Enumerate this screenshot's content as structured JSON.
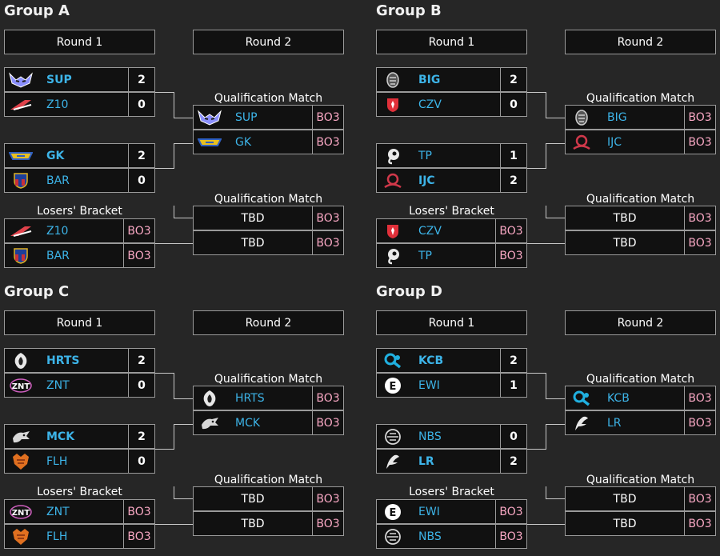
{
  "groups": [
    {
      "title": "Group A",
      "round1_label": "Round 1",
      "round2_label": "Round 2",
      "match1": [
        {
          "team": "SUP",
          "score": "2",
          "winner": true,
          "logo": "sup-logo-icon",
          "color": "#8a8fff"
        },
        {
          "team": "Z10",
          "score": "0",
          "winner": false,
          "logo": "z10-logo-icon",
          "color": "#e0424b"
        }
      ],
      "match2": [
        {
          "team": "GK",
          "score": "2",
          "winner": true,
          "logo": "gk-logo-icon",
          "color": "#e8c020"
        },
        {
          "team": "BAR",
          "score": "0",
          "winner": false,
          "logo": "bar-logo-icon",
          "color": "#c8303a"
        }
      ],
      "losers_label": "Losers' Bracket",
      "losers": [
        {
          "team": "Z10",
          "format": "BO3",
          "logo": "z10-logo-icon",
          "color": "#e0424b"
        },
        {
          "team": "BAR",
          "format": "BO3",
          "logo": "bar-logo-icon",
          "color": "#c8303a"
        }
      ],
      "qual1_label": "Qualification Match",
      "qual1": [
        {
          "team": "SUP",
          "format": "BO3",
          "logo": "sup-logo-icon",
          "color": "#8a8fff"
        },
        {
          "team": "GK",
          "format": "BO3",
          "logo": "gk-logo-icon",
          "color": "#e8c020"
        }
      ],
      "qual2_label": "Qualification Match",
      "qual2": [
        {
          "team": "TBD",
          "format": "BO3"
        },
        {
          "team": "TBD",
          "format": "BO3"
        }
      ]
    },
    {
      "title": "Group B",
      "round1_label": "Round 1",
      "round2_label": "Round 2",
      "match1": [
        {
          "team": "BIG",
          "score": "2",
          "winner": true,
          "logo": "big-logo-icon",
          "color": "#cfcfcf"
        },
        {
          "team": "CZV",
          "score": "0",
          "winner": false,
          "logo": "czv-logo-icon",
          "color": "#e0303a"
        }
      ],
      "match2": [
        {
          "team": "TP",
          "score": "1",
          "winner": false,
          "logo": "tp-logo-icon",
          "color": "#e8e8e8"
        },
        {
          "team": "IJC",
          "score": "2",
          "winner": true,
          "logo": "ijc-logo-icon",
          "color": "#d0384a"
        }
      ],
      "losers_label": "Losers' Bracket",
      "losers": [
        {
          "team": "CZV",
          "format": "BO3",
          "logo": "czv-logo-icon",
          "color": "#e0303a"
        },
        {
          "team": "TP",
          "format": "BO3",
          "logo": "tp-logo-icon",
          "color": "#e8e8e8"
        }
      ],
      "qual1_label": "Qualification Match",
      "qual1": [
        {
          "team": "BIG",
          "format": "BO3",
          "logo": "big-logo-icon",
          "color": "#cfcfcf"
        },
        {
          "team": "IJC",
          "format": "BO3",
          "logo": "ijc-logo-icon",
          "color": "#d0384a"
        }
      ],
      "qual2_label": "Qualification Match",
      "qual2": [
        {
          "team": "TBD",
          "format": "BO3"
        },
        {
          "team": "TBD",
          "format": "BO3"
        }
      ]
    },
    {
      "title": "Group C",
      "round1_label": "Round 1",
      "round2_label": "Round 2",
      "match1": [
        {
          "team": "HRTS",
          "score": "2",
          "winner": true,
          "logo": "hrts-logo-icon",
          "color": "#e8e8e8"
        },
        {
          "team": "ZNT",
          "score": "0",
          "winner": false,
          "logo": "znt-logo-icon",
          "color": "#d060c0"
        }
      ],
      "match2": [
        {
          "team": "MCK",
          "score": "2",
          "winner": true,
          "logo": "mck-logo-icon",
          "color": "#d8d8d8"
        },
        {
          "team": "FLH",
          "score": "0",
          "winner": false,
          "logo": "flh-logo-icon",
          "color": "#e07020"
        }
      ],
      "losers_label": "Losers' Bracket",
      "losers": [
        {
          "team": "ZNT",
          "format": "BO3",
          "logo": "znt-logo-icon",
          "color": "#d060c0"
        },
        {
          "team": "FLH",
          "format": "BO3",
          "logo": "flh-logo-icon",
          "color": "#e07020"
        }
      ],
      "qual1_label": "Qualification Match",
      "qual1": [
        {
          "team": "HRTS",
          "format": "BO3",
          "logo": "hrts-logo-icon",
          "color": "#e8e8e8"
        },
        {
          "team": "MCK",
          "format": "BO3",
          "logo": "mck-logo-icon",
          "color": "#d8d8d8"
        }
      ],
      "qual2_label": "Qualification Match",
      "qual2": [
        {
          "team": "TBD",
          "format": "BO3"
        },
        {
          "team": "TBD",
          "format": "BO3"
        }
      ]
    },
    {
      "title": "Group D",
      "round1_label": "Round 1",
      "round2_label": "Round 2",
      "match1": [
        {
          "team": "KCB",
          "score": "2",
          "winner": true,
          "logo": "kcb-logo-icon",
          "color": "#20b0e0"
        },
        {
          "team": "EWI",
          "score": "1",
          "winner": false,
          "logo": "ewi-logo-icon",
          "color": "#ffffff"
        }
      ],
      "match2": [
        {
          "team": "NBS",
          "score": "0",
          "winner": false,
          "logo": "nbs-logo-icon",
          "color": "#d8d8d8"
        },
        {
          "team": "LR",
          "score": "2",
          "winner": true,
          "logo": "lr-logo-icon",
          "color": "#e8e8e8"
        }
      ],
      "losers_label": "Losers' Bracket",
      "losers": [
        {
          "team": "EWI",
          "format": "BO3",
          "logo": "ewi-logo-icon",
          "color": "#ffffff"
        },
        {
          "team": "NBS",
          "format": "BO3",
          "logo": "nbs-logo-icon",
          "color": "#d8d8d8"
        }
      ],
      "qual1_label": "Qualification Match",
      "qual1": [
        {
          "team": "KCB",
          "format": "BO3",
          "logo": "kcb-logo-icon",
          "color": "#20b0e0"
        },
        {
          "team": "LR",
          "format": "BO3",
          "logo": "lr-logo-icon",
          "color": "#e8e8e8"
        }
      ],
      "qual2_label": "Qualification Match",
      "qual2": [
        {
          "team": "TBD",
          "format": "BO3"
        },
        {
          "team": "TBD",
          "format": "BO3"
        }
      ]
    }
  ]
}
